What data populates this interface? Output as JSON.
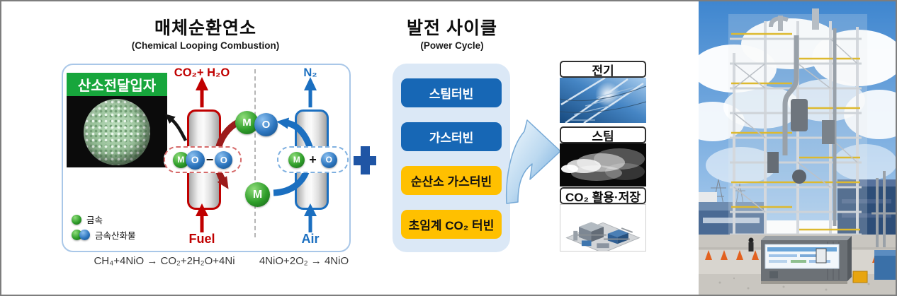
{
  "colors": {
    "accent_red": "#C00000",
    "accent_blue": "#1B6FC0",
    "turbine_blue": "#1767B5",
    "turbine_yellow": "#FFC000",
    "plus_blue": "#1F55A5",
    "oxygen_carrier_green": "#17A63C",
    "panel_light_blue": "#DBE8F6"
  },
  "clc": {
    "title": "매체순환연소",
    "subtitle": "(Chemical Looping Combustion)",
    "oxygen_carrier_label": "산소전달입자",
    "fuel_reactor": {
      "product_label": "CO₂+ H₂O",
      "input_label": "Fuel",
      "oval": {
        "m": "M",
        "o1": "O",
        "minus": "−",
        "o2": "O"
      },
      "equation": "CH₄+4NiO → CO₂+2H₂O+4Ni"
    },
    "air_reactor": {
      "product_label": "N₂",
      "input_label": "Air",
      "oval": {
        "m": "M",
        "plus": "+",
        "o": "O"
      },
      "equation": "4NiO+2O₂ → 4NiO"
    },
    "mo_molecule": {
      "m": "M",
      "o": "O"
    },
    "metal_particle": "M",
    "legend": [
      {
        "label": "금속"
      },
      {
        "label": "금속산화물"
      }
    ]
  },
  "combiner": {
    "plus_icon": "+"
  },
  "power_cycle": {
    "title": "발전 사이클",
    "subtitle": "(Power Cycle)",
    "turbines": [
      {
        "label": "스팀터빈",
        "style": "blue"
      },
      {
        "label": "가스터빈",
        "style": "blue"
      },
      {
        "label": "순산소 가스터빈",
        "style": "yellow"
      },
      {
        "label": "초임계 CO₂ 터빈",
        "style": "yellow"
      }
    ]
  },
  "outputs": [
    {
      "label": "전기",
      "image": "power-transmission-photo"
    },
    {
      "label": "스팀",
      "image": "steam-plume-photo"
    },
    {
      "label": "CO₂ 활용·저장",
      "image": "ccus-plant-illustration"
    }
  ]
}
